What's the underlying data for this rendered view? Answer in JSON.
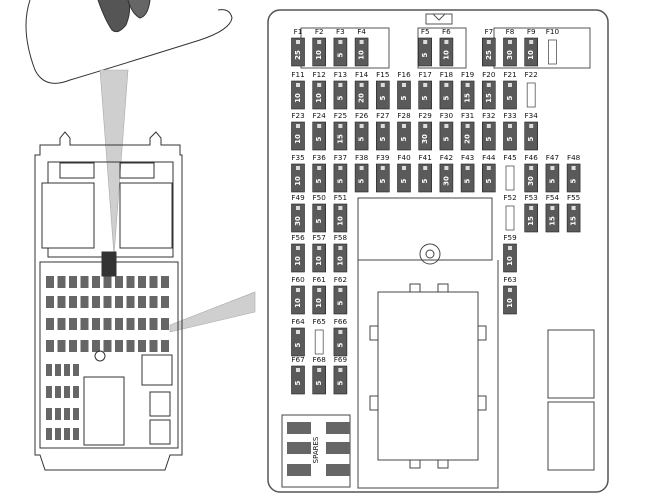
{
  "fuses": [
    {
      "id": "F1",
      "amp": "25",
      "col": 0,
      "row": 0
    },
    {
      "id": "F2",
      "amp": "10",
      "col": 1,
      "row": 0
    },
    {
      "id": "F3",
      "amp": "5",
      "col": 2,
      "row": 0
    },
    {
      "id": "F4",
      "amp": "10",
      "col": 3,
      "row": 0
    },
    {
      "id": "F5",
      "amp": "5",
      "col": 6,
      "row": 0
    },
    {
      "id": "F6",
      "amp": "10",
      "col": 7,
      "row": 0
    },
    {
      "id": "F7",
      "amp": "25",
      "col": 9,
      "row": 0
    },
    {
      "id": "F8",
      "amp": "30",
      "col": 10,
      "row": 0
    },
    {
      "id": "F9",
      "amp": "10",
      "col": 11,
      "row": 0
    },
    {
      "id": "F10",
      "amp": "",
      "col": 12,
      "row": 0
    },
    {
      "id": "F11",
      "amp": "10",
      "col": 0,
      "row": 1
    },
    {
      "id": "F12",
      "amp": "10",
      "col": 1,
      "row": 1
    },
    {
      "id": "F13",
      "amp": "5",
      "col": 2,
      "row": 1
    },
    {
      "id": "F14",
      "amp": "20",
      "col": 3,
      "row": 1
    },
    {
      "id": "F15",
      "amp": "5",
      "col": 4,
      "row": 1
    },
    {
      "id": "F16",
      "amp": "5",
      "col": 5,
      "row": 1
    },
    {
      "id": "F17",
      "amp": "5",
      "col": 6,
      "row": 1
    },
    {
      "id": "F18",
      "amp": "5",
      "col": 7,
      "row": 1
    },
    {
      "id": "F19",
      "amp": "15",
      "col": 8,
      "row": 1
    },
    {
      "id": "F20",
      "amp": "15",
      "col": 9,
      "row": 1
    },
    {
      "id": "F21",
      "amp": "5",
      "col": 10,
      "row": 1
    },
    {
      "id": "F22",
      "amp": "",
      "col": 11,
      "row": 1
    },
    {
      "id": "F23",
      "amp": "10",
      "col": 0,
      "row": 2
    },
    {
      "id": "F24",
      "amp": "5",
      "col": 1,
      "row": 2
    },
    {
      "id": "F25",
      "amp": "15",
      "col": 2,
      "row": 2
    },
    {
      "id": "F26",
      "amp": "5",
      "col": 3,
      "row": 2
    },
    {
      "id": "F27",
      "amp": "5",
      "col": 4,
      "row": 2
    },
    {
      "id": "F28",
      "amp": "5",
      "col": 5,
      "row": 2
    },
    {
      "id": "F29",
      "amp": "30",
      "col": 6,
      "row": 2
    },
    {
      "id": "F30",
      "amp": "5",
      "col": 7,
      "row": 2
    },
    {
      "id": "F31",
      "amp": "20",
      "col": 8,
      "row": 2
    },
    {
      "id": "F32",
      "amp": "5",
      "col": 9,
      "row": 2
    },
    {
      "id": "F33",
      "amp": "5",
      "col": 10,
      "row": 2
    },
    {
      "id": "F34",
      "amp": "5",
      "col": 11,
      "row": 2
    },
    {
      "id": "F35",
      "amp": "10",
      "col": 0,
      "row": 3
    },
    {
      "id": "F36",
      "amp": "5",
      "col": 1,
      "row": 3
    },
    {
      "id": "F37",
      "amp": "5",
      "col": 2,
      "row": 3
    },
    {
      "id": "F38",
      "amp": "5",
      "col": 3,
      "row": 3
    },
    {
      "id": "F39",
      "amp": "5",
      "col": 4,
      "row": 3
    },
    {
      "id": "F40",
      "amp": "5",
      "col": 5,
      "row": 3
    },
    {
      "id": "F41",
      "amp": "5",
      "col": 6,
      "row": 3
    },
    {
      "id": "F42",
      "amp": "30",
      "col": 7,
      "row": 3
    },
    {
      "id": "F43",
      "amp": "5",
      "col": 8,
      "row": 3
    },
    {
      "id": "F44",
      "amp": "5",
      "col": 9,
      "row": 3
    },
    {
      "id": "F45",
      "amp": "",
      "col": 10,
      "row": 3
    },
    {
      "id": "F46",
      "amp": "30",
      "col": 11,
      "row": 3
    },
    {
      "id": "F47",
      "amp": "5",
      "col": 12,
      "row": 3
    },
    {
      "id": "F48",
      "amp": "5",
      "col": 13,
      "row": 3
    },
    {
      "id": "F49",
      "amp": "30",
      "col": 0,
      "row": 4
    },
    {
      "id": "F50",
      "amp": "5",
      "col": 1,
      "row": 4
    },
    {
      "id": "F51",
      "amp": "10",
      "col": 2,
      "row": 4
    },
    {
      "id": "F52",
      "amp": "",
      "col": 10,
      "row": 4
    },
    {
      "id": "F53",
      "amp": "15",
      "col": 11,
      "row": 4
    },
    {
      "id": "F54",
      "amp": "15",
      "col": 12,
      "row": 4
    },
    {
      "id": "F55",
      "amp": "15",
      "col": 13,
      "row": 4
    },
    {
      "id": "F56",
      "amp": "10",
      "col": 0,
      "row": 5
    },
    {
      "id": "F57",
      "amp": "10",
      "col": 1,
      "row": 5
    },
    {
      "id": "F58",
      "amp": "10",
      "col": 2,
      "row": 5
    },
    {
      "id": "F59",
      "amp": "10",
      "col": 10,
      "row": 5
    },
    {
      "id": "F60",
      "amp": "10",
      "col": 0,
      "row": 6
    },
    {
      "id": "F61",
      "amp": "10",
      "col": 1,
      "row": 6
    },
    {
      "id": "F62",
      "amp": "5",
      "col": 2,
      "row": 6
    },
    {
      "id": "F63",
      "amp": "10",
      "col": 10,
      "row": 6
    },
    {
      "id": "F64",
      "amp": "5",
      "col": 0,
      "row": 7
    },
    {
      "id": "F65",
      "amp": "",
      "col": 1,
      "row": 7
    },
    {
      "id": "F66",
      "amp": "5",
      "col": 2,
      "row": 7
    },
    {
      "id": "F67",
      "amp": "5",
      "col": 0,
      "row": 8
    },
    {
      "id": "F68",
      "amp": "5",
      "col": 1,
      "row": 8
    },
    {
      "id": "F69",
      "amp": "5",
      "col": 2,
      "row": 8
    }
  ],
  "spares_label": "SPARES"
}
